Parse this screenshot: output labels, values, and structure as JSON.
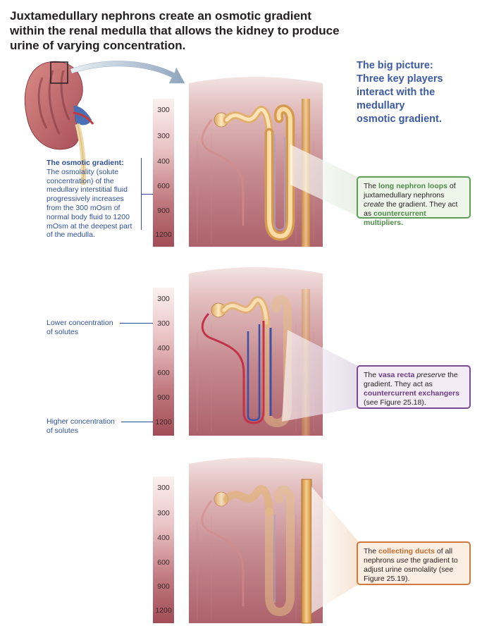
{
  "title": "Juxtamedullary nephrons create an osmotic gradient within the renal medulla that allows the kidney to produce urine of varying concentration.",
  "big_picture": {
    "line1": "The big picture:",
    "line2": "Three key players",
    "line3": "interact with the medullary",
    "line4": "osmotic gradient."
  },
  "osmotic_gradient": {
    "heading": "The osmotic gradient:",
    "body": "The osmolality (solute concentration) of the medullary interstitial fluid progressively increases from the 300 mOsm of normal body fluid to 1200 mOsm at the deepest part of the medulla."
  },
  "scale_values": [
    "300",
    "300",
    "400",
    "600",
    "900",
    "1200"
  ],
  "labels": {
    "lower": "Lower concentration of solutes",
    "higher": "Higher concentration of solutes"
  },
  "callout1": {
    "a": "The ",
    "b": "long nephron loops",
    "c": " of juxtamedullary nephrons ",
    "d": "create",
    "e": " the gradient. They act as ",
    "f": "countercurrent multipliers."
  },
  "callout2": {
    "a": "The ",
    "b": "vasa recta",
    "c": " ",
    "d": "preserve",
    "e": " the gradient. They act as ",
    "f": "countercurrent exchangers",
    "g": " (see Figure 25.18)."
  },
  "callout3": {
    "a": "The ",
    "b": "collecting ducts",
    "c": " of all nephrons ",
    "d": "use",
    "e": " the gradient to adjust urine osmolality (see Figure 25.19)."
  },
  "colors": {
    "blue_text": "#2f4f9a",
    "heading_blue": "#3b5aa3",
    "green": "#5ea058",
    "purple": "#7b4b92",
    "orange": "#cf7a3c",
    "tubule": "#f0c98a",
    "tissue": "#b56a72"
  }
}
